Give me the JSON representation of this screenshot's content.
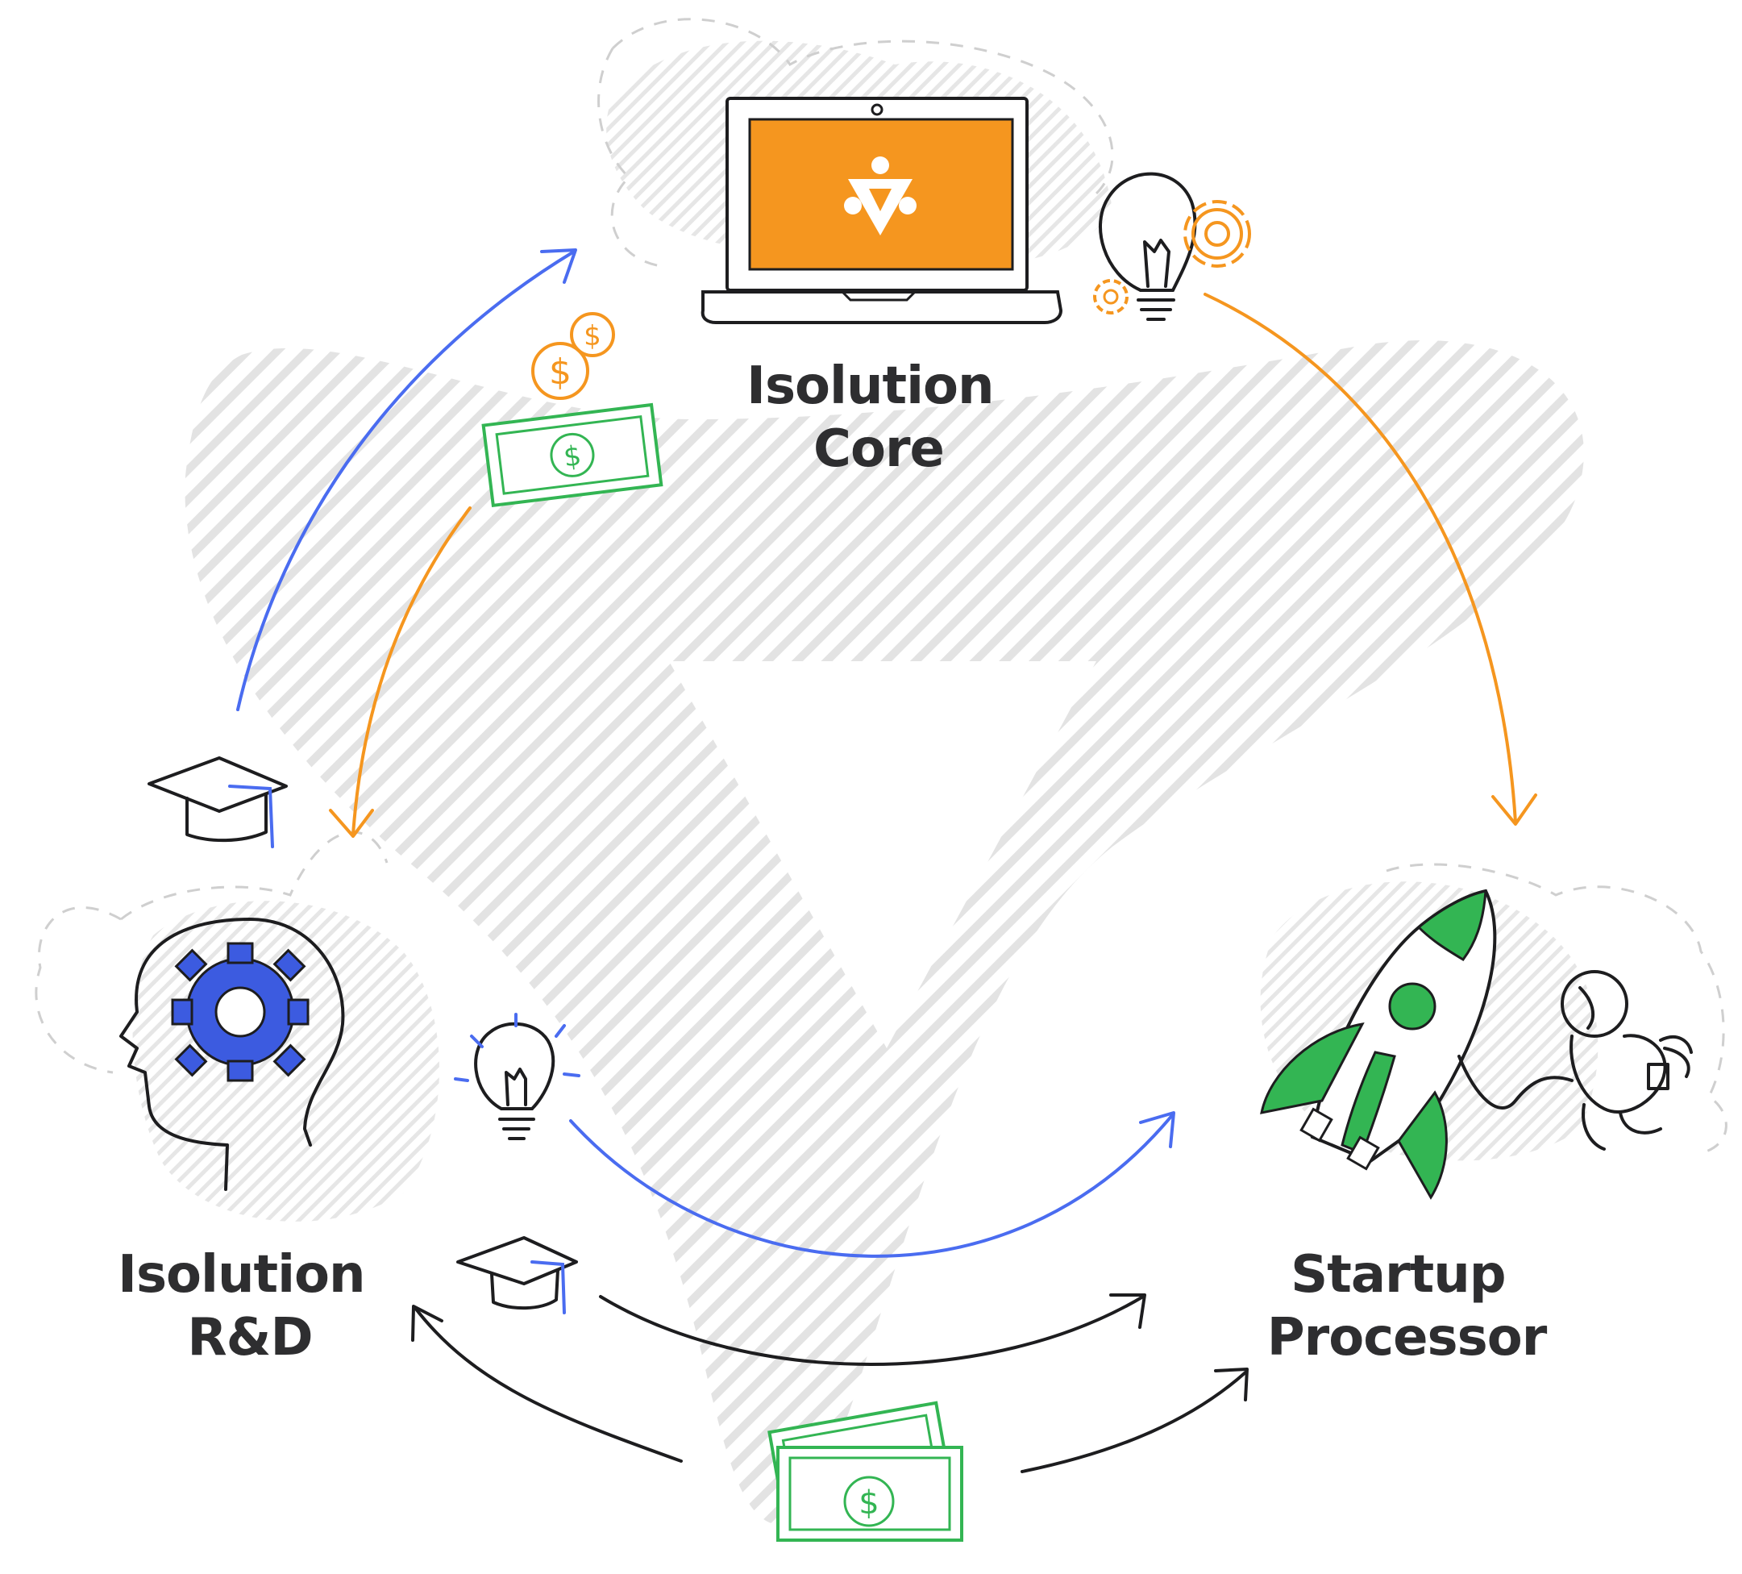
{
  "nodes": {
    "core": {
      "line1": "Isolution",
      "line2": "Core"
    },
    "rnd": {
      "line1": "Isolution",
      "line2": "R&D"
    },
    "processor": {
      "line1": "Startup",
      "line2": "Processor"
    }
  },
  "colors": {
    "blue": "#4a6cf0",
    "orange": "#f5961f",
    "green": "#33b553",
    "dark": "#1d1d1f",
    "hatch": "#e1e1e1",
    "label": "#2e2e30"
  },
  "icons": {
    "core": [
      "laptop-icon",
      "logo-icon",
      "lightbulb-icon",
      "gear-icon"
    ],
    "flows": [
      "coin-icon",
      "banknote-icon",
      "graduation-cap-icon",
      "lightbulb-icon"
    ],
    "rnd": [
      "head-icon",
      "gear-icon"
    ],
    "processor": [
      "rocket-icon",
      "astronaut-icon"
    ]
  }
}
